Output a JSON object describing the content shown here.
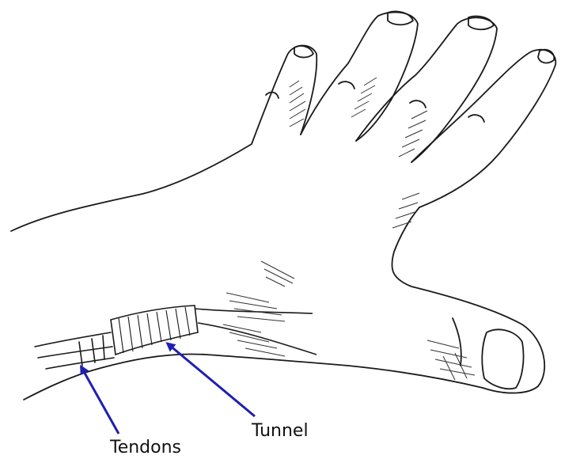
{
  "labels": {
    "tendons": "Tendons",
    "tunnel": "Tunnel"
  },
  "colors": {
    "ink": "#1a1a1a",
    "arrow": "#1f1fb0",
    "paper": "#ffffff"
  },
  "image": {
    "subject": "hand-sketch"
  }
}
